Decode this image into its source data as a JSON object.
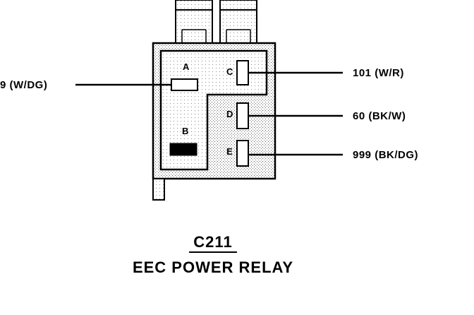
{
  "connector": {
    "id": "C211",
    "name": "EEC POWER RELAY"
  },
  "pins": [
    {
      "id": "A",
      "label": "A"
    },
    {
      "id": "B",
      "label": "B"
    },
    {
      "id": "C",
      "label": "C"
    },
    {
      "id": "D",
      "label": "D"
    },
    {
      "id": "E",
      "label": "E"
    }
  ],
  "wires": [
    {
      "pin": "A",
      "label": "9 (W/DG)"
    },
    {
      "pin": "C",
      "label": "101 (W/R)"
    },
    {
      "pin": "D",
      "label": "60 (BK/W)"
    },
    {
      "pin": "E",
      "label": "999 (BK/DG)"
    }
  ]
}
